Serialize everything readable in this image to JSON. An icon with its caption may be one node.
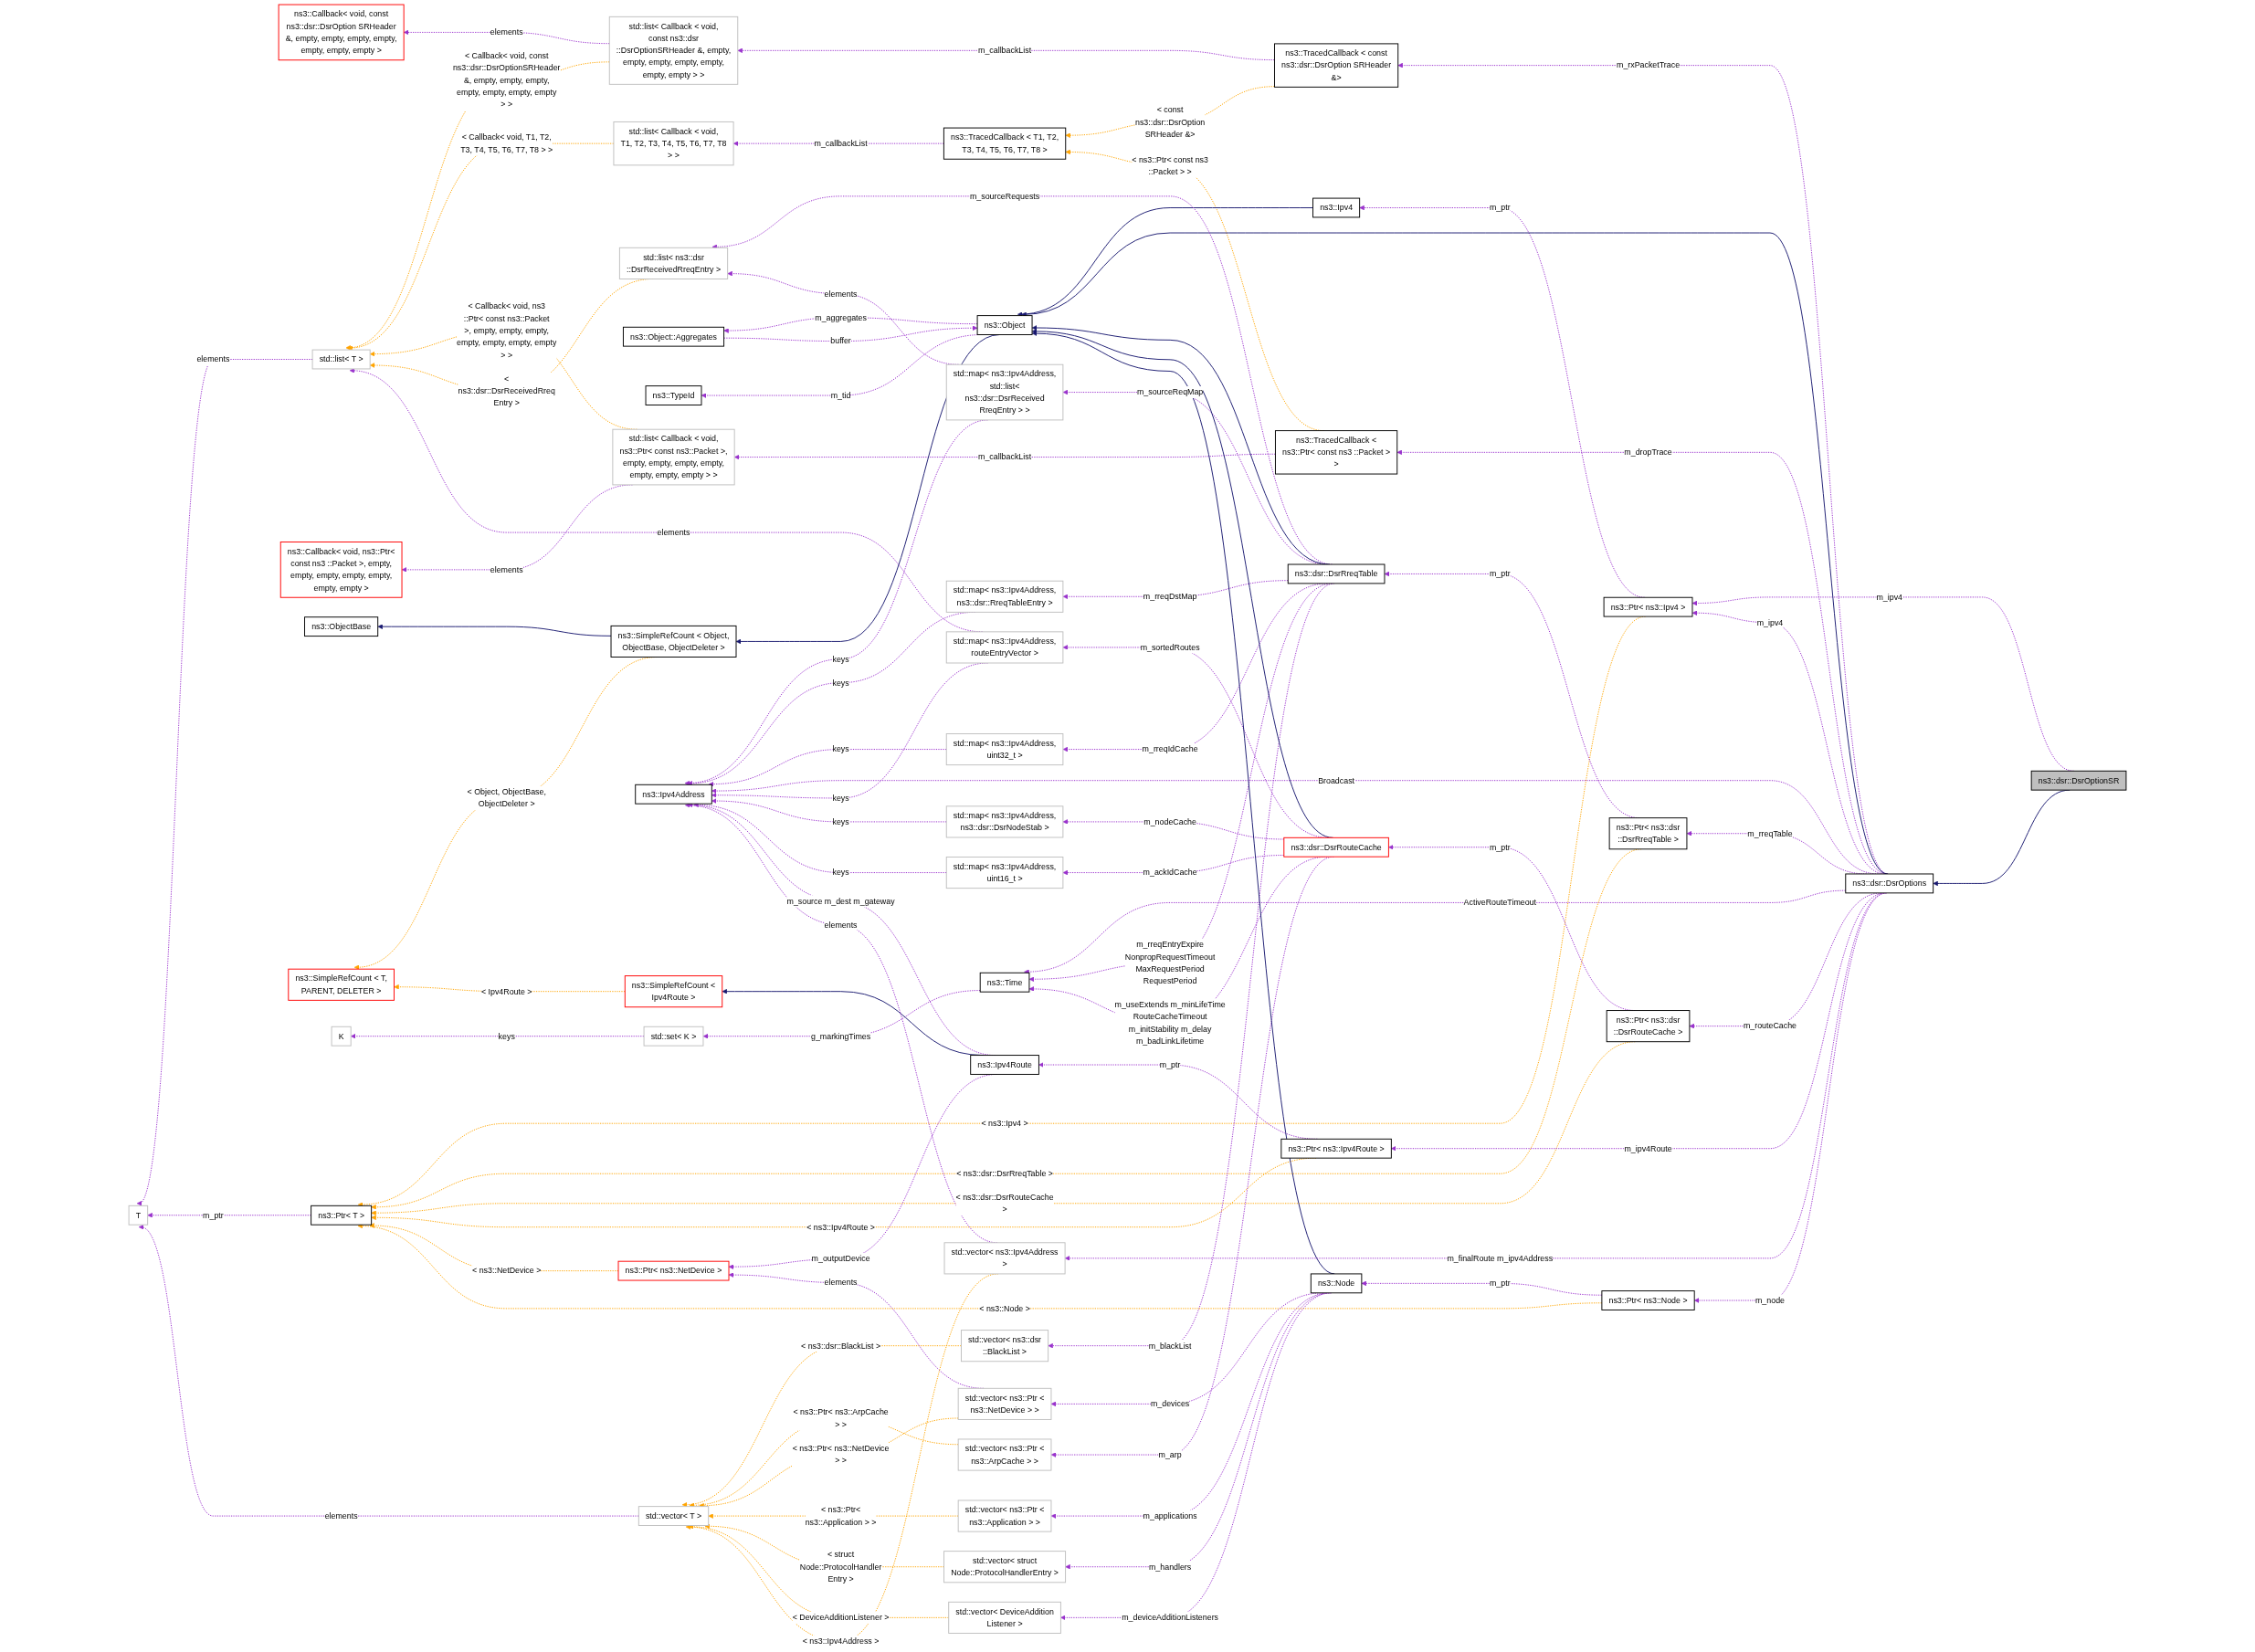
{
  "diagram": {
    "nodes": [
      {
        "text": [
          "ns3::Callback< void, const ns3::dsr::DsrOption SRHeader &, empty, empty, empty, empty, empty, empty, empty >"
        ]
      },
      {
        "text": [
          "std::list< Callback < void, const ns3::dsr ::DsrOptionSRHeader &, empty, empty, empty, empty, empty, empty, empty > >"
        ]
      },
      {
        "text": [
          "ns3::TracedCallback < const ns3::dsr::DsrOption SRHeader &>"
        ]
      },
      {
        "text": [
          "std::list< Callback < void, T1, T2, T3, T4, T5, T6, T7, T8 > >"
        ]
      },
      {
        "text": [
          "ns3::TracedCallback < T1, T2, T3, T4, T5, T6, T7, T8 >"
        ]
      },
      {
        "text": [
          "ns3::TracedCallback < ns3::Ptr< const ns3 ::Packet > >"
        ]
      },
      {
        "text": [
          "std::list< T >"
        ]
      },
      {
        "text": [
          "std::list< Callback < void, ns3::Ptr< const ns3::Packet >, empty, empty, empty, empty, empty, empty, empty > >"
        ]
      },
      {
        "text": [
          "ns3::dsr::DsrOptionSR"
        ]
      },
      {
        "text": [
          "ns3::Callback< void, ns3::Ptr< const ns3 ::Packet >, empty, empty, empty, empty, empty, empty, empty >"
        ]
      },
      {
        "text": [
          "ns3::Object::Aggregates"
        ]
      },
      {
        "text": [
          "ns3::Ptr< ns3::Ipv4 >"
        ]
      },
      {
        "text": [
          "ns3::Ipv4"
        ]
      },
      {
        "text": [
          "ns3::TypeId"
        ]
      },
      {
        "text": [
          "ns3::Object"
        ]
      },
      {
        "text": [
          "std::list< ns3::dsr ::DsrReceivedRreqEntry >"
        ]
      },
      {
        "text": [
          "ns3::ObjectBase"
        ]
      },
      {
        "text": [
          "ns3::SimpleRefCount < Object, ObjectBase, ObjectDeleter >"
        ]
      },
      {
        "text": [
          "std::map< ns3::Ipv4Address, std::list< ns3::dsr::DsrReceived RreqEntry > >"
        ]
      },
      {
        "text": [
          "ns3::dsr::DsrOptions"
        ]
      },
      {
        "text": [
          "ns3::SimpleRefCount < T, PARENT, DELETER >"
        ]
      },
      {
        "text": [
          "ns3::Time"
        ]
      },
      {
        "text": [
          "ns3::dsr::DsrRreqTable"
        ]
      },
      {
        "text": [
          "ns3::Ptr< ns3::dsr ::DsrRreqTable >"
        ]
      },
      {
        "text": [
          "K"
        ]
      },
      {
        "text": [
          "std::set< K >"
        ]
      },
      {
        "text": [
          "std::map< ns3::Ipv4Address, ns3::dsr::RreqTableEntry >"
        ]
      },
      {
        "text": [
          "std::map< ns3::Ipv4Address, uint32_t >"
        ]
      },
      {
        "text": [
          "ns3::Ipv4Address"
        ]
      },
      {
        "text": [
          "std::vector< ns3::dsr ::BlackList >"
        ]
      },
      {
        "text": [
          "std::map< ns3::Ipv4Address, routeEntryVector >"
        ]
      },
      {
        "text": [
          "ns3::SimpleRefCount < Ipv4Route >"
        ]
      },
      {
        "text": [
          "std::map< ns3::Ipv4Address, ns3::dsr::DsrNodeStab >"
        ]
      },
      {
        "text": [
          "ns3::dsr::DsrRouteCache"
        ]
      },
      {
        "text": [
          "ns3::Ptr< ns3::dsr ::DsrRouteCache >"
        ]
      },
      {
        "text": [
          "std::map< ns3::Ipv4Address, uint16_t >"
        ]
      },
      {
        "text": [
          "T"
        ]
      },
      {
        "text": [
          "ns3::Ptr< T >"
        ]
      },
      {
        "text": [
          "ns3::Ipv4Route"
        ]
      },
      {
        "text": [
          "ns3::Ptr< ns3::Ipv4Route >"
        ]
      },
      {
        "text": [
          "std::vector< ns3::Ptr < ns3::ArpCache > >"
        ]
      },
      {
        "text": [
          "ns3::Ptr< ns3::NetDevice >"
        ]
      },
      {
        "text": [
          "ns3::Ptr< ns3::Node >"
        ]
      },
      {
        "text": [
          "std::vector< ns3::Ptr < ns3::NetDevice > >"
        ]
      },
      {
        "text": [
          "std::vector< T >"
        ]
      },
      {
        "text": [
          "ns3::Node"
        ]
      },
      {
        "text": [
          "std::vector< ns3::Ptr < ns3::Application > >"
        ]
      },
      {
        "text": [
          "std::vector< struct Node::ProtocolHandlerEntry >"
        ]
      },
      {
        "text": [
          "std::vector< DeviceAddition Listener >"
        ]
      },
      {
        "text": [
          "std::vector< ns3::Ipv4Address >"
        ]
      }
    ],
    "edges": [
      {
        "from": 1,
        "to": 0,
        "arrow": "to",
        "label": "elements",
        "style": "dashed"
      },
      {
        "from": 2,
        "to": 1,
        "arrow": "to",
        "label": "m_callbackList",
        "style": "dashed"
      },
      {
        "from": 1,
        "to": 6,
        "arrow": "to",
        "label": "< Callback< void, const ns3::dsr::DsrOptionSRHeader &, empty, empty, empty, empty, empty, empty, empty > >",
        "style": "dashed",
        "color": "#ffa500"
      },
      {
        "from": 2,
        "to": 4,
        "arrow": "to",
        "label": "< const ns3::dsr::DsrOption SRHeader &>",
        "style": "dashed",
        "color": "#ffa500"
      },
      {
        "from": 19,
        "to": 2,
        "arrow": "to",
        "label": "m_rxPacketTrace",
        "style": "dashed"
      },
      {
        "from": 4,
        "to": 3,
        "arrow": "to",
        "label": "m_callbackList",
        "style": "dashed"
      },
      {
        "from": 3,
        "to": 6,
        "arrow": "to",
        "label": "< Callback< void, T1, T2, T3, T4, T5, T6, T7, T8 > >",
        "style": "dashed",
        "color": "#ffa500"
      },
      {
        "from": 5,
        "to": 4,
        "arrow": "to",
        "label": "< ns3::Ptr< const ns3 ::Packet > >",
        "style": "dashed",
        "color": "#ffa500"
      },
      {
        "from": 5,
        "to": 7,
        "arrow": "to",
        "label": "m_callbackList",
        "style": "dashed"
      },
      {
        "from": 19,
        "to": 5,
        "arrow": "to",
        "label": "m_dropTrace",
        "style": "dashed"
      },
      {
        "from": 7,
        "to": 6,
        "arrow": "to",
        "label": "< Callback< void, ns3 ::Ptr< const ns3::Packet >, empty, empty, empty, empty, empty, empty, empty > >",
        "style": "dashed",
        "color": "#ffa500"
      },
      {
        "from": 7,
        "to": 9,
        "arrow": "to",
        "label": "elements",
        "style": "dashed"
      },
      {
        "from": 6,
        "to": 36,
        "arrow": "to",
        "label": "elements",
        "style": "dashed"
      },
      {
        "from": 8,
        "to": 11,
        "arrow": "to",
        "label": "m_ipv4",
        "style": "dashed"
      },
      {
        "from": 8,
        "to": 19,
        "arrow": "to",
        "color": "#191970"
      },
      {
        "from": 19,
        "to": 11,
        "arrow": "to",
        "label": "m_ipv4",
        "style": "dashed"
      },
      {
        "from": 11,
        "to": 37,
        "arrow": "to",
        "label": "< ns3::Ipv4 >",
        "style": "dashed",
        "color": "#ffa500"
      },
      {
        "from": 14,
        "to": 10,
        "arrow": "to",
        "label": "m_aggregates",
        "style": "dashed"
      },
      {
        "from": 10,
        "to": 14,
        "arrow": "to",
        "label": "buffer",
        "style": "dashed"
      },
      {
        "from": 11,
        "to": 12,
        "arrow": "to",
        "label": "m_ptr",
        "style": "dashed"
      },
      {
        "from": 12,
        "to": 14,
        "arrow": "to",
        "color": "#191970"
      },
      {
        "from": 14,
        "to": 13,
        "arrow": "to",
        "label": "m_tid",
        "style": "dashed"
      },
      {
        "from": 19,
        "to": 14,
        "arrow": "to",
        "color": "#191970"
      },
      {
        "from": 15,
        "to": 6,
        "arrow": "to",
        "label": "< ns3::dsr::DsrReceivedRreq Entry >",
        "style": "dashed",
        "color": "#ffa500"
      },
      {
        "from": 22,
        "to": 15,
        "arrow": "to",
        "label": "m_sourceRequests",
        "style": "dashed"
      },
      {
        "from": 18,
        "to": 15,
        "arrow": "to",
        "label": "elements",
        "style": "dashed"
      },
      {
        "from": 30,
        "to": 6,
        "arrow": "to",
        "label": "elements",
        "style": "dashed"
      },
      {
        "from": 14,
        "to": 17,
        "arrow": "to",
        "color": "#191970"
      },
      {
        "from": 17,
        "to": 16,
        "arrow": "to",
        "color": "#191970"
      },
      {
        "from": 17,
        "to": 20,
        "arrow": "to",
        "label": "< Object, ObjectBase, ObjectDeleter >",
        "style": "dashed",
        "color": "#ffa500"
      },
      {
        "from": 22,
        "to": 18,
        "arrow": "to",
        "label": "m_sourceReqMap",
        "style": "dashed"
      },
      {
        "from": 19,
        "to": 21,
        "arrow": "to",
        "label": "ActiveRouteTimeout",
        "style": "dashed"
      },
      {
        "from": 22,
        "to": 21,
        "arrow": "to",
        "label": "m_rreqEntryExpire NonpropRequestTimeout MaxRequestPeriod RequestPeriod",
        "style": "dashed"
      },
      {
        "from": 22,
        "to": 14,
        "arrow": "to",
        "color": "#191970"
      },
      {
        "from": 23,
        "to": 22,
        "arrow": "to",
        "label": "m_ptr",
        "style": "dashed"
      },
      {
        "from": 19,
        "to": 23,
        "arrow": "to",
        "label": "m_rreqTable",
        "style": "dashed"
      },
      {
        "from": 25,
        "to": 24,
        "arrow": "to",
        "label": "keys",
        "style": "dashed"
      },
      {
        "from": 21,
        "to": 25,
        "arrow": "to",
        "label": "g_markingTimes",
        "style": "dashed"
      },
      {
        "from": 31,
        "to": 20,
        "arrow": "to",
        "label": "< Ipv4Route >",
        "style": "dashed",
        "color": "#ffa500"
      },
      {
        "from": 18,
        "to": 28,
        "arrow": "to",
        "label": "keys",
        "style": "dashed"
      },
      {
        "from": 22,
        "to": 26,
        "arrow": "to",
        "label": "m_rreqDstMap",
        "style": "dashed"
      },
      {
        "from": 26,
        "to": 28,
        "arrow": "to",
        "label": "keys",
        "style": "dashed"
      },
      {
        "from": 33,
        "to": 21,
        "arrow": "to",
        "label": "m_useExtends m_minLifeTime RouteCacheTimeout m_initStability m_delay m_badLinkLifetime",
        "style": "dashed"
      },
      {
        "from": 23,
        "to": 37,
        "arrow": "to",
        "label": "< ns3::dsr::DsrRreqTable >",
        "style": "dashed",
        "color": "#ffa500"
      },
      {
        "from": 27,
        "to": 28,
        "arrow": "to",
        "label": "keys",
        "style": "dashed"
      },
      {
        "from": 22,
        "to": 27,
        "arrow": "to",
        "label": "m_rreqIdCache",
        "style": "dashed"
      },
      {
        "from": 22,
        "to": 29,
        "arrow": "to",
        "label": "m_blackList",
        "style": "dashed"
      },
      {
        "from": 19,
        "to": 28,
        "arrow": "to",
        "label": "Broadcast",
        "style": "dashed"
      },
      {
        "from": 29,
        "to": 44,
        "arrow": "to",
        "label": "< ns3::dsr::BlackList >",
        "style": "dashed",
        "color": "#ffa500"
      },
      {
        "from": 30,
        "to": 28,
        "arrow": "to",
        "label": "keys",
        "style": "dashed"
      },
      {
        "from": 33,
        "to": 30,
        "arrow": "to",
        "label": "m_sortedRoutes",
        "style": "dashed"
      },
      {
        "from": 32,
        "to": 28,
        "arrow": "to",
        "label": "keys",
        "style": "dashed"
      },
      {
        "from": 33,
        "to": 32,
        "arrow": "to",
        "label": "m_nodeCache",
        "style": "dashed"
      },
      {
        "from": 35,
        "to": 28,
        "arrow": "to",
        "label": "keys",
        "style": "dashed"
      },
      {
        "from": 33,
        "to": 35,
        "arrow": "to",
        "label": "m_ackIdCache",
        "style": "dashed"
      },
      {
        "from": 33,
        "to": 14,
        "arrow": "to",
        "color": "#191970"
      },
      {
        "from": 34,
        "to": 33,
        "arrow": "to",
        "label": "m_ptr",
        "style": "dashed"
      },
      {
        "from": 19,
        "to": 34,
        "arrow": "to",
        "label": "m_routeCache",
        "style": "dashed"
      },
      {
        "from": 38,
        "to": 31,
        "arrow": "to",
        "color": "#191970"
      },
      {
        "from": 38,
        "to": 28,
        "arrow": "to",
        "label": "m_source m_dest m_gateway",
        "style": "dashed"
      },
      {
        "from": 34,
        "to": 37,
        "arrow": "to",
        "label": "< ns3::dsr::DsrRouteCache >",
        "style": "dashed",
        "color": "#ffa500"
      },
      {
        "from": 37,
        "to": 36,
        "arrow": "to",
        "label": "m_ptr",
        "style": "dashed"
      },
      {
        "from": 39,
        "to": 38,
        "arrow": "to",
        "label": "m_ptr",
        "style": "dashed"
      },
      {
        "from": 19,
        "to": 39,
        "arrow": "to",
        "label": "m_ipv4Route",
        "style": "dashed"
      },
      {
        "from": 38,
        "to": 41,
        "arrow": "to",
        "label": "m_outputDevice",
        "style": "dashed"
      },
      {
        "from": 33,
        "to": 40,
        "arrow": "to",
        "label": "m_arp",
        "style": "dashed"
      },
      {
        "from": 40,
        "to": 44,
        "arrow": "to",
        "label": "< ns3::Ptr< ns3::ArpCache > >",
        "style": "dashed",
        "color": "#ffa500"
      },
      {
        "from": 39,
        "to": 37,
        "arrow": "to",
        "label": "< ns3::Ipv4Route >",
        "style": "dashed",
        "color": "#ffa500"
      },
      {
        "from": 44,
        "to": 36,
        "arrow": "to",
        "label": "elements",
        "style": "dashed"
      },
      {
        "from": 41,
        "to": 37,
        "arrow": "to",
        "label": "< ns3::NetDevice >",
        "style": "dashed",
        "color": "#ffa500"
      },
      {
        "from": 49,
        "to": 28,
        "arrow": "to",
        "label": "elements",
        "style": "dashed"
      },
      {
        "from": 43,
        "to": 41,
        "arrow": "to",
        "label": "elements",
        "style": "dashed"
      },
      {
        "from": 42,
        "to": 37,
        "arrow": "to",
        "label": "< ns3::Node >",
        "style": "dashed",
        "color": "#ffa500"
      },
      {
        "from": 19,
        "to": 42,
        "arrow": "to",
        "label": "m_node",
        "style": "dashed"
      },
      {
        "from": 42,
        "to": 45,
        "arrow": "to",
        "label": "m_ptr",
        "style": "dashed"
      },
      {
        "from": 45,
        "to": 14,
        "arrow": "to",
        "color": "#191970"
      },
      {
        "from": 45,
        "to": 43,
        "arrow": "to",
        "label": "m_devices",
        "style": "dashed"
      },
      {
        "from": 43,
        "to": 44,
        "arrow": "to",
        "label": "< ns3::Ptr< ns3::NetDevice > >",
        "style": "dashed",
        "color": "#ffa500"
      },
      {
        "from": 45,
        "to": 46,
        "arrow": "to",
        "label": "m_applications",
        "style": "dashed"
      },
      {
        "from": 46,
        "to": 44,
        "arrow": "to",
        "label": "< ns3::Ptr< ns3::Application > >",
        "style": "dashed",
        "color": "#ffa500"
      },
      {
        "from": 45,
        "to": 47,
        "arrow": "to",
        "label": "m_handlers",
        "style": "dashed"
      },
      {
        "from": 47,
        "to": 44,
        "arrow": "to",
        "label": "< struct Node::ProtocolHandler Entry >",
        "style": "dashed",
        "color": "#ffa500"
      },
      {
        "from": 45,
        "to": 48,
        "arrow": "to",
        "label": "m_deviceAdditionListeners",
        "style": "dashed"
      },
      {
        "from": 48,
        "to": 44,
        "arrow": "to",
        "label": "< DeviceAdditionListener >",
        "style": "dashed",
        "color": "#ffa500"
      },
      {
        "from": 49,
        "to": 44,
        "arrow": "to",
        "label": "< ns3::Ipv4Address >",
        "style": "dashed",
        "color": "#ffa500"
      },
      {
        "from": 19,
        "to": 49,
        "arrow": "to",
        "label": "m_finalRoute m_ipv4Address",
        "style": "dashed"
      }
    ]
  }
}
